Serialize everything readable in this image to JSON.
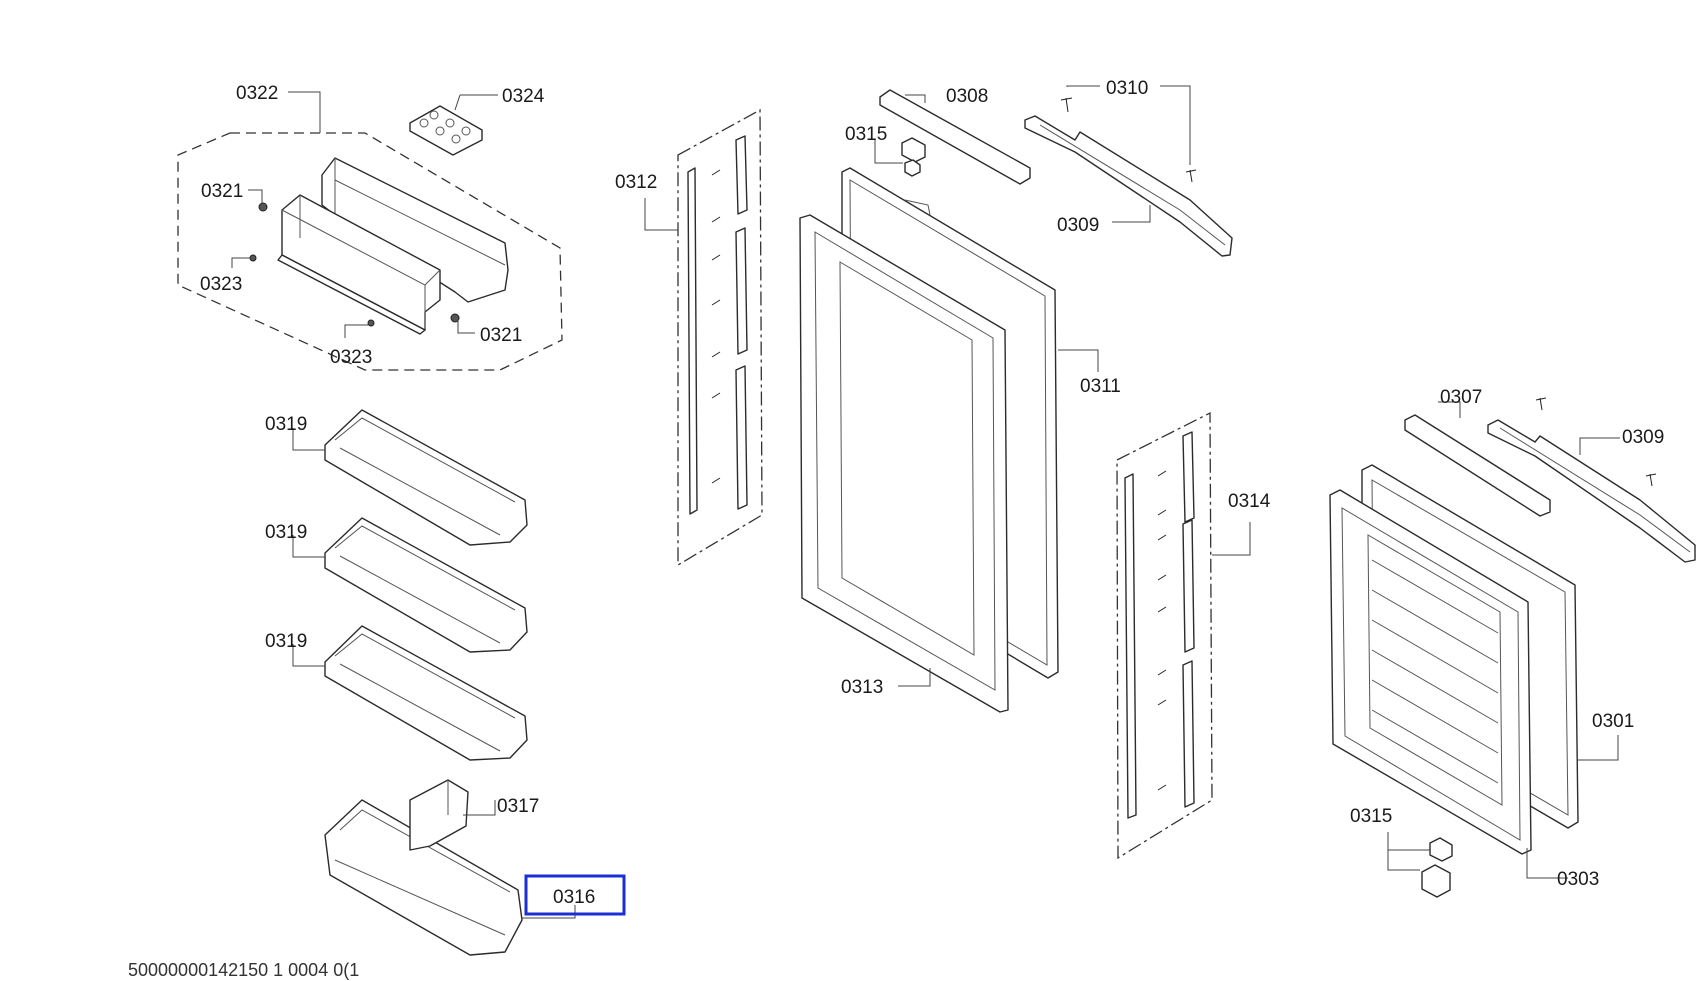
{
  "diagram": {
    "labels": {
      "p0301": "0301",
      "p0303": "0303",
      "p0307": "0307",
      "p0308": "0308",
      "p0309a": "0309",
      "p0309b": "0309",
      "p0310": "0310",
      "p0311": "0311",
      "p0312": "0312",
      "p0313": "0313",
      "p0314": "0314",
      "p0315a": "0315",
      "p0315b": "0315",
      "p0316": "0316",
      "p0317": "0317",
      "p0319a": "0319",
      "p0319b": "0319",
      "p0319c": "0319",
      "p0321a": "0321",
      "p0321b": "0321",
      "p0322": "0322",
      "p0323a": "0323",
      "p0323b": "0323",
      "p0324": "0324"
    },
    "highlighted_part": "0316",
    "highlight_color": "#1a2fd6",
    "footer_text": "50000000142150     1 0004 0(1"
  }
}
